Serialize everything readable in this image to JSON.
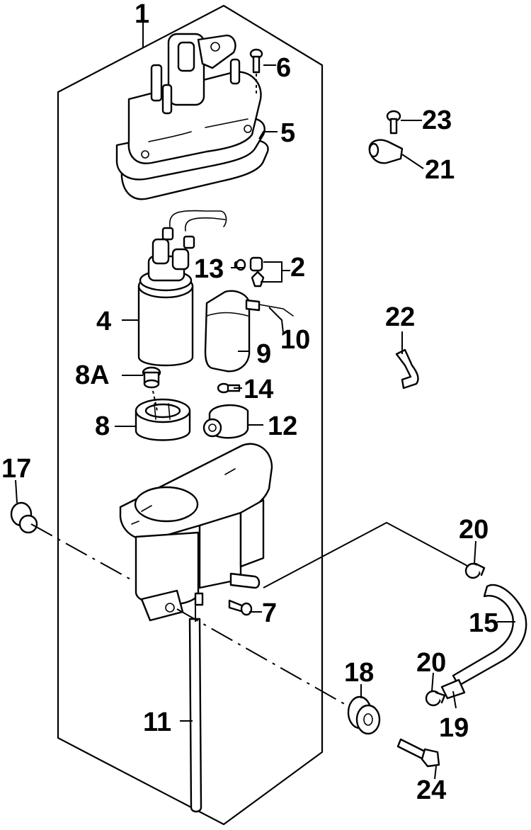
{
  "callouts": {
    "p1": "1",
    "p2": "2",
    "p4": "4",
    "p5": "5",
    "p6": "6",
    "p7": "7",
    "p8": "8",
    "p8a": "8A",
    "p9": "9",
    "p10": "10",
    "p11": "11",
    "p12": "12",
    "p13": "13",
    "p14": "14",
    "p15": "15",
    "p17": "17",
    "p18": "18",
    "p19": "19",
    "p20a": "20",
    "p20b": "20",
    "p21": "21",
    "p22": "22",
    "p23": "23",
    "p24": "24"
  }
}
